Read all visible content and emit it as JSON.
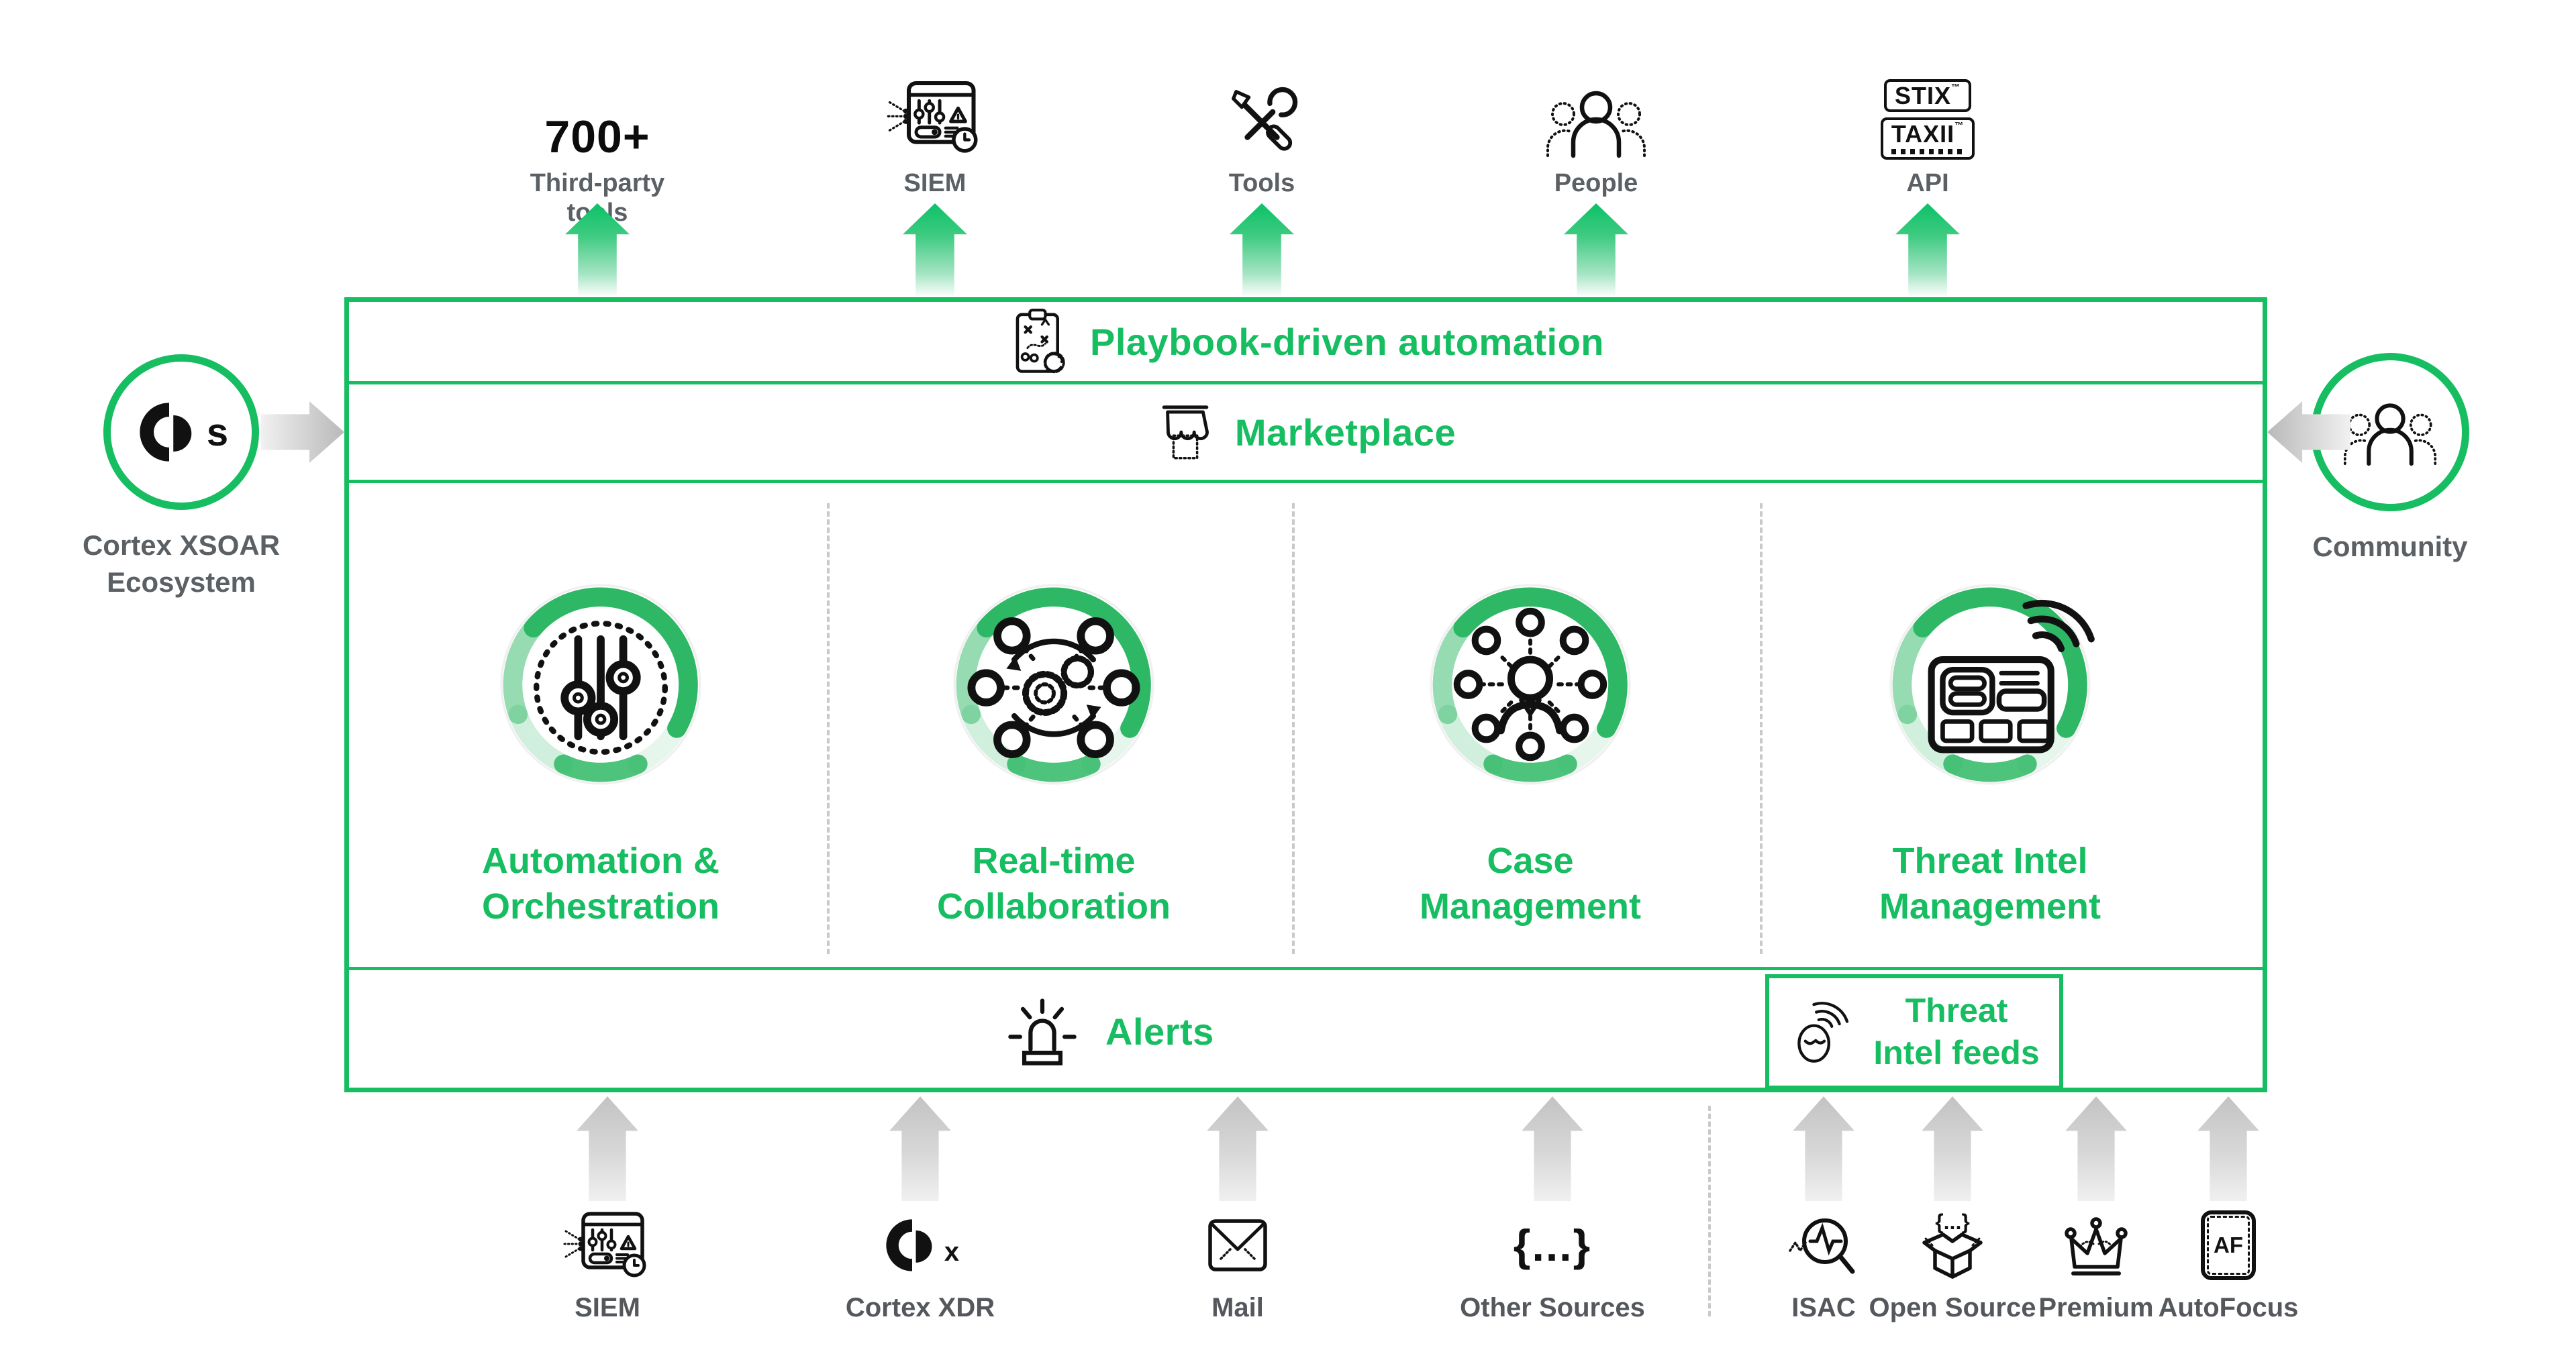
{
  "colors": {
    "accent_green": "#16bd61",
    "ring_green": "#2eb865",
    "label_gray": "#5b6065",
    "source_label_gray": "#54575b",
    "arrow_gray": "#c6c6c6",
    "black": "#111111"
  },
  "top_row": {
    "items": [
      {
        "id": "third-party-tools",
        "headline": "700+",
        "label_line1": "Third-party",
        "label_line2": "tools"
      },
      {
        "id": "siem",
        "label": "SIEM"
      },
      {
        "id": "tools",
        "label": "Tools"
      },
      {
        "id": "people",
        "label": "People"
      },
      {
        "id": "api",
        "label": "API",
        "badge_top": "STIX",
        "badge_bottom": "TAXII",
        "trademark": "™"
      }
    ]
  },
  "left_side": {
    "label_line1": "Cortex XSOAR",
    "label_line2": "Ecosystem",
    "logo_letter": "s"
  },
  "right_side": {
    "label": "Community"
  },
  "platform": {
    "playbook_label": "Playbook-driven automation",
    "marketplace_label": "Marketplace",
    "features": [
      {
        "label_line1": "Automation &",
        "label_line2": "Orchestration"
      },
      {
        "label_line1": "Real-time",
        "label_line2": "Collaboration"
      },
      {
        "label_line1": "Case",
        "label_line2": "Management"
      },
      {
        "label_line1": "Threat Intel",
        "label_line2": "Management"
      }
    ],
    "alerts_label": "Alerts",
    "threat_feeds": {
      "label_line1": "Threat",
      "label_line2": "Intel feeds"
    }
  },
  "bottom_row": {
    "alert_sources": [
      {
        "id": "siem",
        "label": "SIEM"
      },
      {
        "id": "cortex-xdr",
        "label": "Cortex XDR",
        "logo_letter": "x"
      },
      {
        "id": "mail",
        "label": "Mail"
      },
      {
        "id": "other-sources",
        "label": "Other Sources",
        "glyph": "{...}"
      }
    ],
    "intel_sources": [
      {
        "id": "isac",
        "label": "ISAC"
      },
      {
        "id": "open-source",
        "label": "Open Source",
        "glyph": "{...}"
      },
      {
        "id": "premium",
        "label": "Premium"
      },
      {
        "id": "autofocus",
        "label": "AutoFocus",
        "badge": "AF"
      }
    ]
  }
}
